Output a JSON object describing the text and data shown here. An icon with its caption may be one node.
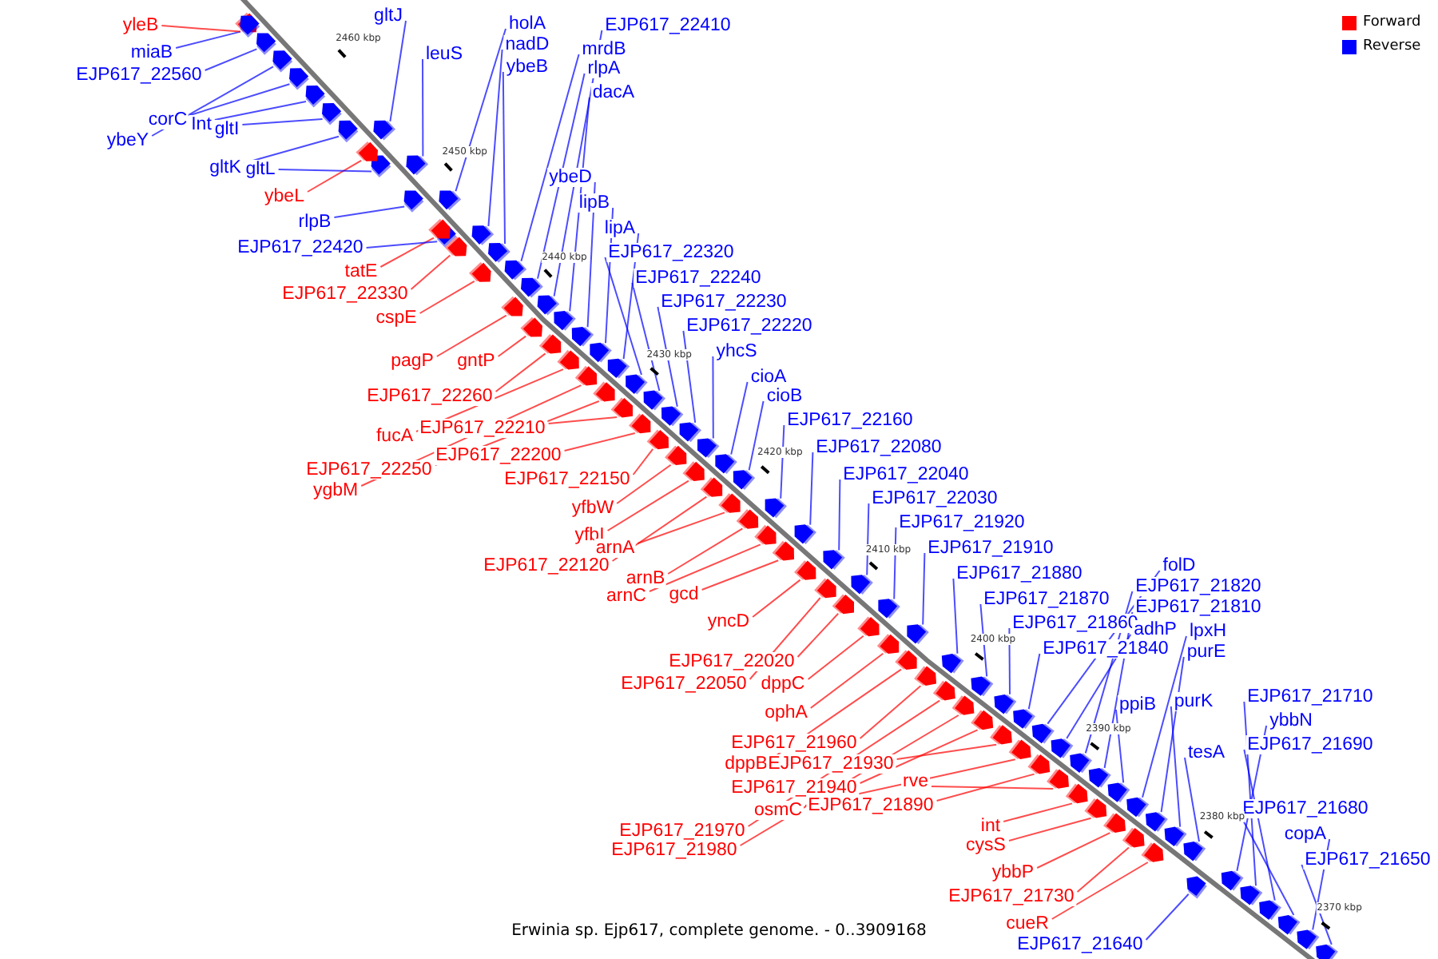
{
  "diagram": {
    "caption": "Erwinia sp. Ejp617, complete genome. - 0..3909168",
    "nodes": [
      {
        "text": [
          "yleB"
        ]
      },
      {
        "text": [
          "gltJ"
        ]
      },
      {
        "text": [
          "holA"
        ]
      },
      {
        "text": [
          "EJP617_22410"
        ]
      },
      {
        "text": [
          "nadD"
        ]
      },
      {
        "text": [
          "miaB"
        ]
      },
      {
        "text": [
          "mrdB"
        ]
      },
      {
        "text": [
          "leuS"
        ]
      },
      {
        "text": [
          "ybeB"
        ]
      },
      {
        "text": [
          "rlpA"
        ]
      },
      {
        "text": [
          "EJP617_22560"
        ]
      },
      {
        "text": [
          "dacA"
        ]
      },
      {
        "text": [
          "corC"
        ]
      },
      {
        "text": [
          "Int"
        ]
      },
      {
        "text": [
          "gltI"
        ]
      },
      {
        "text": [
          "ybeY"
        ]
      },
      {
        "text": [
          "gltK"
        ]
      },
      {
        "text": [
          "gltL"
        ]
      },
      {
        "text": [
          "ybeD"
        ]
      },
      {
        "text": [
          "ybeL"
        ]
      },
      {
        "text": [
          "lipB"
        ]
      },
      {
        "text": [
          "rlpB"
        ]
      },
      {
        "text": [
          "lipA"
        ]
      },
      {
        "text": [
          "EJP617_22420"
        ]
      },
      {
        "text": [
          "EJP617_22320"
        ]
      },
      {
        "text": [
          "tatE"
        ]
      },
      {
        "text": [
          "EJP617_22240"
        ]
      },
      {
        "text": [
          "EJP617_22330"
        ]
      },
      {
        "text": [
          "EJP617_22230"
        ]
      },
      {
        "text": [
          "cspE"
        ]
      },
      {
        "text": [
          "EJP617_22220"
        ]
      },
      {
        "text": [
          "yhcS"
        ]
      },
      {
        "text": [
          "pagP"
        ]
      },
      {
        "text": [
          "gntP"
        ]
      },
      {
        "text": [
          "cioA"
        ]
      },
      {
        "text": [
          "EJP617_22260"
        ]
      },
      {
        "text": [
          "cioB"
        ]
      },
      {
        "text": [
          "EJP617_22160"
        ]
      },
      {
        "text": [
          "EJP617_22210"
        ]
      },
      {
        "text": [
          "fucA"
        ]
      },
      {
        "text": [
          "EJP617_22080"
        ]
      },
      {
        "text": [
          "EJP617_22200"
        ]
      },
      {
        "text": [
          "EJP617_22250"
        ]
      },
      {
        "text": [
          "EJP617_22040"
        ]
      },
      {
        "text": [
          "EJP617_22150"
        ]
      },
      {
        "text": [
          "ygbM"
        ]
      },
      {
        "text": [
          "EJP617_22030"
        ]
      },
      {
        "text": [
          "yfbW"
        ]
      },
      {
        "text": [
          "EJP617_21920"
        ]
      },
      {
        "text": [
          "yfbI"
        ]
      },
      {
        "text": [
          "arnA"
        ]
      },
      {
        "text": [
          "EJP617_21910"
        ]
      },
      {
        "text": [
          "EJP617_22120"
        ]
      },
      {
        "text": [
          "folD"
        ]
      },
      {
        "text": [
          "EJP617_21880"
        ]
      },
      {
        "text": [
          "arnB"
        ]
      },
      {
        "text": [
          "EJP617_21820"
        ]
      },
      {
        "text": [
          "arnC"
        ]
      },
      {
        "text": [
          "gcd"
        ]
      },
      {
        "text": [
          "EJP617_21870"
        ]
      },
      {
        "text": [
          "EJP617_21810"
        ]
      },
      {
        "text": [
          "yncD"
        ]
      },
      {
        "text": [
          "EJP617_21860"
        ]
      },
      {
        "text": [
          "adhP"
        ]
      },
      {
        "text": [
          "lpxH"
        ]
      },
      {
        "text": [
          "EJP617_21840"
        ]
      },
      {
        "text": [
          "purE"
        ]
      },
      {
        "text": [
          "EJP617_22020"
        ]
      },
      {
        "text": [
          "EJP617_22050"
        ]
      },
      {
        "text": [
          "dppC"
        ]
      },
      {
        "text": [
          "EJP617_21710"
        ]
      },
      {
        "text": [
          "purK"
        ]
      },
      {
        "text": [
          "ppiB"
        ]
      },
      {
        "text": [
          "ophA"
        ]
      },
      {
        "text": [
          "ybbN"
        ]
      },
      {
        "text": [
          "EJP617_21960"
        ]
      },
      {
        "text": [
          "EJP617_21690"
        ]
      },
      {
        "text": [
          "tesA"
        ]
      },
      {
        "text": [
          "dppB"
        ]
      },
      {
        "text": [
          "EJP617_21930"
        ]
      },
      {
        "text": [
          "rve"
        ]
      },
      {
        "text": [
          "EJP617_21940"
        ]
      },
      {
        "text": [
          "EJP617_21890"
        ]
      },
      {
        "text": [
          "EJP617_21680"
        ]
      },
      {
        "text": [
          "osmC"
        ]
      },
      {
        "text": [
          "int"
        ]
      },
      {
        "text": [
          "EJP617_21970"
        ]
      },
      {
        "text": [
          "copA"
        ]
      },
      {
        "text": [
          "cysS"
        ]
      },
      {
        "text": [
          "EJP617_21980"
        ]
      },
      {
        "text": [
          "EJP617_21650"
        ]
      },
      {
        "text": [
          "ybbP"
        ]
      },
      {
        "text": [
          "EJP617_21730"
        ]
      },
      {
        "text": [
          "cueR"
        ]
      },
      {
        "text": [
          "EJP617_21640"
        ]
      },
      {
        "text": [],
        "shape": "arrow"
      },
      {
        "text": [],
        "shape": "arrow"
      },
      {
        "text": [],
        "shape": "arrow"
      },
      {
        "text": [],
        "shape": "arrow"
      },
      {
        "text": [],
        "shape": "arrow"
      },
      {
        "text": [],
        "shape": "arrow"
      },
      {
        "text": [],
        "shape": "arrow"
      },
      {
        "text": [],
        "shape": "arrow"
      },
      {
        "text": [],
        "shape": "arrow"
      },
      {
        "text": [],
        "shape": "arrow"
      },
      {
        "text": [],
        "shape": "arrow"
      },
      {
        "text": [],
        "shape": "arrow"
      },
      {
        "text": [],
        "shape": "arrow"
      },
      {
        "text": [],
        "shape": "arrow"
      },
      {
        "text": [],
        "shape": "arrow"
      },
      {
        "text": [],
        "shape": "arrow"
      },
      {
        "text": [],
        "shape": "arrow"
      },
      {
        "text": [],
        "shape": "arrow"
      },
      {
        "text": [],
        "shape": "arrow"
      },
      {
        "text": [],
        "shape": "arrow"
      },
      {
        "text": [],
        "shape": "arrow"
      },
      {
        "text": [],
        "shape": "arrow"
      },
      {
        "text": [],
        "shape": "arrow"
      },
      {
        "text": [],
        "shape": "arrow"
      },
      {
        "text": [],
        "shape": "arrow"
      },
      {
        "text": [],
        "shape": "arrow"
      },
      {
        "text": [],
        "shape": "arrow"
      },
      {
        "text": [],
        "shape": "arrow"
      },
      {
        "text": [],
        "shape": "arrow"
      },
      {
        "text": [],
        "shape": "arrow"
      },
      {
        "text": [],
        "shape": "arrow"
      },
      {
        "text": [],
        "shape": "arrow"
      },
      {
        "text": [],
        "shape": "arrow"
      },
      {
        "text": [],
        "shape": "arrow"
      },
      {
        "text": [],
        "shape": "arrow"
      },
      {
        "text": [],
        "shape": "arrow"
      },
      {
        "text": [],
        "shape": "arrow"
      },
      {
        "text": [],
        "shape": "arrow"
      },
      {
        "text": [],
        "shape": "arrow"
      },
      {
        "text": [],
        "shape": "arrow"
      },
      {
        "text": [],
        "shape": "arrow"
      },
      {
        "text": [],
        "shape": "arrow"
      },
      {
        "text": [],
        "shape": "arrow"
      },
      {
        "text": [],
        "shape": "arrow"
      },
      {
        "text": [],
        "shape": "arrow"
      },
      {
        "text": [],
        "shape": "arrow"
      },
      {
        "text": [],
        "shape": "arrow"
      },
      {
        "text": [],
        "shape": "arrow"
      },
      {
        "text": [],
        "shape": "arrow"
      },
      {
        "text": [],
        "shape": "arrow"
      },
      {
        "text": [],
        "shape": "arrow"
      },
      {
        "text": [],
        "shape": "arrow"
      },
      {
        "text": [],
        "shape": "arrow"
      },
      {
        "text": [],
        "shape": "arrow"
      },
      {
        "text": [],
        "shape": "arrow"
      },
      {
        "text": [],
        "shape": "arrow"
      },
      {
        "text": [],
        "shape": "arrow"
      },
      {
        "text": [],
        "shape": "arrow"
      },
      {
        "text": [],
        "shape": "arrow"
      },
      {
        "text": [],
        "shape": "arrow"
      },
      {
        "text": [],
        "shape": "arrow"
      },
      {
        "text": [],
        "shape": "arrow"
      },
      {
        "text": [],
        "shape": "arrow"
      },
      {
        "text": [],
        "shape": "arrow"
      },
      {
        "text": [],
        "shape": "arrow"
      },
      {
        "text": [],
        "shape": "arrow"
      },
      {
        "text": [],
        "shape": "arrow"
      },
      {
        "text": [],
        "shape": "arrow"
      },
      {
        "text": [],
        "shape": "arrow"
      },
      {
        "text": [],
        "shape": "arrow"
      },
      {
        "text": [],
        "shape": "arrow"
      },
      {
        "text": [],
        "shape": "arrow"
      },
      {
        "text": [],
        "shape": "arrow"
      },
      {
        "text": [],
        "shape": "arrow"
      },
      {
        "text": [],
        "shape": "arrow"
      },
      {
        "text": [],
        "shape": "arrow"
      },
      {
        "text": [],
        "shape": "arrow"
      },
      {
        "text": [],
        "shape": "arrow"
      },
      {
        "text": [],
        "shape": "arrow"
      },
      {
        "text": [],
        "shape": "arrow"
      },
      {
        "text": [],
        "shape": "arrow"
      },
      {
        "text": [],
        "shape": "arrow"
      },
      {
        "text": [],
        "shape": "arrow"
      },
      {
        "text": [],
        "shape": "arrow"
      },
      {
        "text": [],
        "shape": "arrow"
      },
      {
        "text": [],
        "shape": "arrow"
      },
      {
        "text": [],
        "shape": "arrow"
      },
      {
        "text": [],
        "shape": "arrow"
      },
      {
        "text": [],
        "shape": "arrow"
      },
      {
        "text": [],
        "shape": "arrow"
      },
      {
        "text": [],
        "shape": "arrow"
      },
      {
        "text": [],
        "shape": "arrow"
      },
      {
        "text": [],
        "shape": "arrow"
      },
      {
        "text": [],
        "shape": "arrow"
      },
      {
        "text": [],
        "shape": "arrow"
      }
    ],
    "edges": [
      {
        "from": 0,
        "to": 95,
        "arrow": "none",
        "color": "#ff0000"
      },
      {
        "from": 1,
        "to": 96,
        "arrow": "none"
      },
      {
        "from": 2,
        "to": 97,
        "arrow": "none"
      },
      {
        "from": 3,
        "to": 98,
        "arrow": "none"
      },
      {
        "from": 4,
        "to": 99,
        "arrow": "none"
      },
      {
        "from": 5,
        "to": 100,
        "arrow": "none"
      },
      {
        "from": 6,
        "to": 101,
        "arrow": "none"
      },
      {
        "from": 7,
        "to": 102,
        "arrow": "none"
      },
      {
        "from": 8,
        "to": 103,
        "arrow": "none"
      },
      {
        "from": 9,
        "to": 104,
        "arrow": "none"
      },
      {
        "from": 10,
        "to": 105,
        "arrow": "none"
      },
      {
        "from": 11,
        "to": 106,
        "arrow": "none"
      },
      {
        "from": 12,
        "to": 107,
        "arrow": "none"
      },
      {
        "from": 13,
        "to": 108,
        "arrow": "none"
      },
      {
        "from": 14,
        "to": 109,
        "arrow": "none"
      },
      {
        "from": 15,
        "to": 110,
        "arrow": "none"
      },
      {
        "from": 16,
        "to": 111,
        "arrow": "none"
      },
      {
        "from": 17,
        "to": 112,
        "arrow": "none"
      },
      {
        "from": 18,
        "to": 113,
        "arrow": "none"
      },
      {
        "from": 19,
        "to": 114,
        "arrow": "none",
        "color": "#ff0000"
      },
      {
        "from": 20,
        "to": 115,
        "arrow": "none"
      },
      {
        "from": 21,
        "to": 116,
        "arrow": "none"
      },
      {
        "from": 22,
        "to": 117,
        "arrow": "none"
      },
      {
        "from": 23,
        "to": 118,
        "arrow": "none"
      },
      {
        "from": 24,
        "to": 119,
        "arrow": "none"
      },
      {
        "from": 25,
        "to": 120,
        "arrow": "none",
        "color": "#ff0000"
      },
      {
        "from": 26,
        "to": 121,
        "arrow": "none"
      },
      {
        "from": 27,
        "to": 122,
        "arrow": "none",
        "color": "#ff0000"
      },
      {
        "from": 28,
        "to": 123,
        "arrow": "none"
      },
      {
        "from": 29,
        "to": 124,
        "arrow": "none",
        "color": "#ff0000"
      },
      {
        "from": 30,
        "to": 125,
        "arrow": "none"
      },
      {
        "from": 31,
        "to": 126,
        "arrow": "none"
      },
      {
        "from": 32,
        "to": 127,
        "arrow": "none",
        "color": "#ff0000"
      },
      {
        "from": 33,
        "to": 128,
        "arrow": "none",
        "color": "#ff0000"
      },
      {
        "from": 34,
        "to": 129,
        "arrow": "none"
      },
      {
        "from": 35,
        "to": 130,
        "arrow": "none",
        "color": "#ff0000"
      },
      {
        "from": 36,
        "to": 131,
        "arrow": "none"
      },
      {
        "from": 37,
        "to": 132,
        "arrow": "none"
      },
      {
        "from": 38,
        "to": 133,
        "arrow": "none",
        "color": "#ff0000"
      },
      {
        "from": 39,
        "to": 134,
        "arrow": "none",
        "color": "#ff0000"
      },
      {
        "from": 40,
        "to": 135,
        "arrow": "none"
      },
      {
        "from": 41,
        "to": 136,
        "arrow": "none",
        "color": "#ff0000"
      },
      {
        "from": 42,
        "to": 137,
        "arrow": "none",
        "color": "#ff0000"
      },
      {
        "from": 43,
        "to": 138,
        "arrow": "none"
      },
      {
        "from": 44,
        "to": 139,
        "arrow": "none",
        "color": "#ff0000"
      },
      {
        "from": 45,
        "to": 140,
        "arrow": "none",
        "color": "#ff0000"
      },
      {
        "from": 46,
        "to": 141,
        "arrow": "none"
      },
      {
        "from": 47,
        "to": 142,
        "arrow": "none",
        "color": "#ff0000"
      },
      {
        "from": 48,
        "to": 143,
        "arrow": "none"
      },
      {
        "from": 49,
        "to": 144,
        "arrow": "none",
        "color": "#ff0000"
      },
      {
        "from": 50,
        "to": 145,
        "arrow": "none",
        "color": "#ff0000"
      },
      {
        "from": 51,
        "to": 146,
        "arrow": "none"
      },
      {
        "from": 52,
        "to": 147,
        "arrow": "none",
        "color": "#ff0000"
      },
      {
        "from": 53,
        "to": 148,
        "arrow": "none"
      },
      {
        "from": 54,
        "to": 149,
        "arrow": "none"
      },
      {
        "from": 55,
        "to": 150,
        "arrow": "none",
        "color": "#ff0000"
      },
      {
        "from": 56,
        "to": 151,
        "arrow": "none"
      },
      {
        "from": 57,
        "to": 152,
        "arrow": "none",
        "color": "#ff0000"
      },
      {
        "from": 58,
        "to": 153,
        "arrow": "none",
        "color": "#ff0000"
      },
      {
        "from": 59,
        "to": 154,
        "arrow": "none"
      },
      {
        "from": 60,
        "to": 155,
        "arrow": "none"
      },
      {
        "from": 61,
        "to": 156,
        "arrow": "none",
        "color": "#ff0000"
      },
      {
        "from": 62,
        "to": 157,
        "arrow": "none"
      },
      {
        "from": 63,
        "to": 158,
        "arrow": "none"
      },
      {
        "from": 64,
        "to": 159,
        "arrow": "none"
      },
      {
        "from": 65,
        "to": 160,
        "arrow": "none"
      },
      {
        "from": 66,
        "to": 161,
        "arrow": "none"
      },
      {
        "from": 67,
        "to": 162,
        "arrow": "none",
        "color": "#ff0000"
      },
      {
        "from": 68,
        "to": 163,
        "arrow": "none",
        "color": "#ff0000"
      },
      {
        "from": 69,
        "to": 164,
        "arrow": "none",
        "color": "#ff0000"
      },
      {
        "from": 70,
        "to": 165,
        "arrow": "none"
      },
      {
        "from": 71,
        "to": 166,
        "arrow": "none"
      },
      {
        "from": 72,
        "to": 167,
        "arrow": "none"
      },
      {
        "from": 73,
        "to": 168,
        "arrow": "none",
        "color": "#ff0000"
      },
      {
        "from": 74,
        "to": 169,
        "arrow": "none"
      },
      {
        "from": 75,
        "to": 170,
        "arrow": "none",
        "color": "#ff0000"
      },
      {
        "from": 76,
        "to": 171,
        "arrow": "none"
      },
      {
        "from": 77,
        "to": 172,
        "arrow": "none"
      },
      {
        "from": 78,
        "to": 173,
        "arrow": "none",
        "color": "#ff0000"
      },
      {
        "from": 79,
        "to": 174,
        "arrow": "none",
        "color": "#ff0000"
      },
      {
        "from": 80,
        "to": 175,
        "arrow": "none",
        "color": "#ff0000"
      },
      {
        "from": 81,
        "to": 176,
        "arrow": "none",
        "color": "#ff0000"
      },
      {
        "from": 82,
        "to": 177,
        "arrow": "none",
        "color": "#ff0000"
      },
      {
        "from": 83,
        "to": 178,
        "arrow": "none"
      },
      {
        "from": 84,
        "to": 179,
        "arrow": "none",
        "color": "#ff0000"
      },
      {
        "from": 85,
        "to": 180,
        "arrow": "none",
        "color": "#ff0000"
      },
      {
        "from": 86,
        "to": 181,
        "arrow": "none",
        "color": "#ff0000"
      },
      {
        "from": 87,
        "to": 182,
        "arrow": "none"
      },
      {
        "from": 88,
        "to": 183,
        "arrow": "none",
        "color": "#ff0000"
      },
      {
        "from": 89,
        "to": 184,
        "arrow": "none",
        "color": "#ff0000"
      },
      {
        "from": 90,
        "to": 185,
        "arrow": "none"
      },
      {
        "from": 91,
        "to": 186,
        "arrow": "none",
        "color": "#ff0000"
      },
      {
        "from": 92,
        "to": 187,
        "arrow": "none",
        "color": "#ff0000"
      },
      {
        "from": 93,
        "to": 188,
        "arrow": "none",
        "color": "#ff0000"
      },
      {
        "from": 94,
        "to": 189,
        "arrow": "none"
      }
    ],
    "labels": [
      "2460 kbp",
      "2450 kbp",
      "2440 kbp",
      "2430 kbp",
      "2420 kbp",
      "2410 kbp",
      "2400 kbp",
      "2390 kbp",
      "2380 kbp",
      "2370 kbp"
    ],
    "legend": [
      {
        "text": "Forward",
        "color": "#ff0000"
      },
      {
        "text": "Reverse",
        "color": "#0000ff"
      }
    ]
  }
}
